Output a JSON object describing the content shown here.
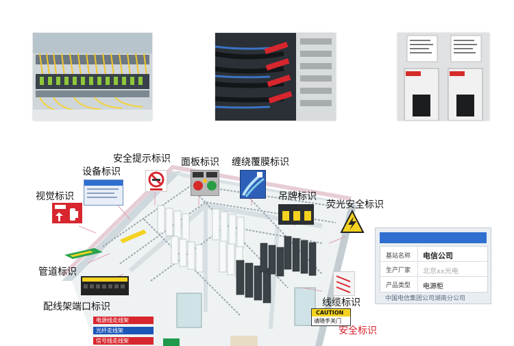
{
  "callouts": {
    "safety_hint": "安全提示标识",
    "panel": "面板标识",
    "wrap_film": "缠绕覆膜标识",
    "equipment": "设备标识",
    "visual": "视觉标识",
    "hanging": "吊牌标识",
    "fluorescent": "荧光安全标识",
    "pipe": "管道标识",
    "patch_port": "配线架端口标识",
    "cable": "线缆标识",
    "safety": "安全标识"
  },
  "cable_tray_tags": [
    "电源线走线架",
    "光纤走线架",
    "信号线走线架"
  ],
  "caution_sign": {
    "title": "CAUTION",
    "text": "请随手关门"
  },
  "equipment_card": {
    "rows": [
      {
        "label": "基站名称",
        "value": "电信公司"
      },
      {
        "label": "生产厂家",
        "value": "北京xx光电"
      },
      {
        "label": "产品类型",
        "value": "电源柜"
      }
    ],
    "footer": "中国电信集团公司湖南分公司"
  },
  "colors": {
    "callout_red": "#d81e2a",
    "tag_red": "#d8262e",
    "tag_blue": "#1b55b8",
    "card_blue": "#2f6fd0",
    "fluorescent_yellow": "#f4d21f"
  }
}
